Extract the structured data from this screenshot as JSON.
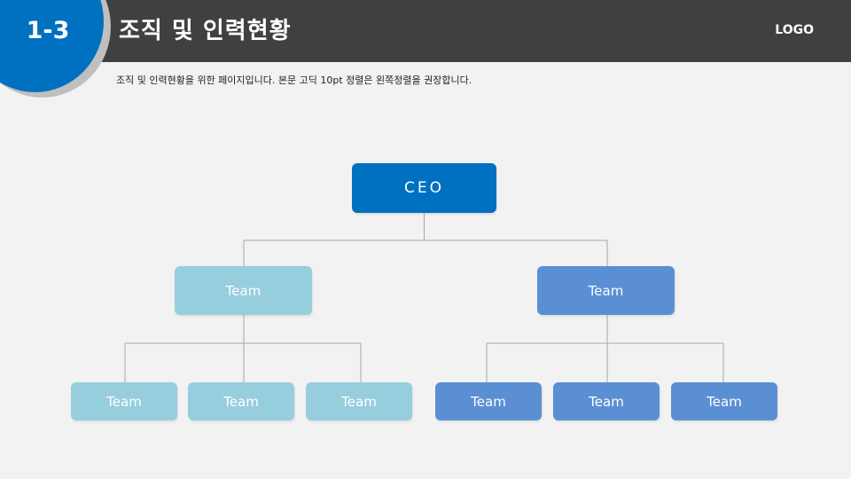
{
  "header": {
    "section_number": "1-3",
    "title": "조직 및 인력현황",
    "logo": "LOGO"
  },
  "description": "조직 및 인력현황을 위한 페이지입니다. 본문 고딕 10pt 정렬은 왼쪽정렬을 권장합니다.",
  "org_chart": {
    "ceo": {
      "label": "CEO"
    },
    "teams": [
      {
        "label": "Team",
        "sub_teams": [
          {
            "label": "Team"
          },
          {
            "label": "Team"
          },
          {
            "label": "Team"
          }
        ]
      },
      {
        "label": "Team",
        "sub_teams": [
          {
            "label": "Team"
          },
          {
            "label": "Team"
          },
          {
            "label": "Team"
          }
        ]
      }
    ]
  },
  "colors": {
    "header_bg": "#404040",
    "accent_blue": "#0070c0",
    "left_branch": "#96cede",
    "right_branch": "#5b8fd4",
    "background": "#f2f2f2"
  }
}
